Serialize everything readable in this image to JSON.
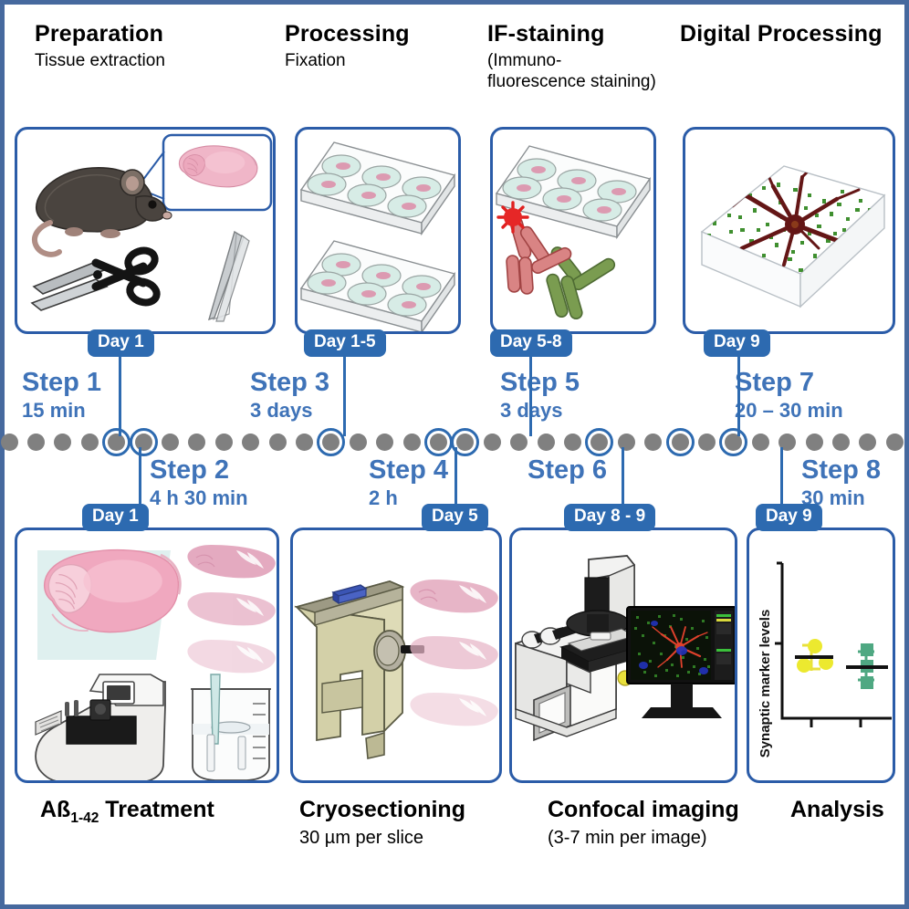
{
  "figure": {
    "title": "Experimental workflow timeline",
    "frame_color": "#46699e",
    "accent_color": "#2d6ab0",
    "step_text_color": "#3f73b8",
    "timeline_dot_color": "#808080"
  },
  "headers": [
    {
      "title": "Preparation",
      "subtitle": "Tissue extraction"
    },
    {
      "title": "Processing",
      "subtitle": "Fixation"
    },
    {
      "title": "IF-staining",
      "subtitle": "(Immuno-\nfluorescence staining)"
    },
    {
      "title": "Digital Processing",
      "subtitle": ""
    }
  ],
  "top_panels": [
    {
      "name": "tissue-extraction-illustration",
      "day": "Day 1"
    },
    {
      "name": "fixation-well-plates-illustration",
      "day": "Day 1-5"
    },
    {
      "name": "if-staining-antibody-illustration",
      "day": "Day 5-8"
    },
    {
      "name": "digital-3d-reconstruction-illustration",
      "day": "Day 9"
    }
  ],
  "bottom_panels": [
    {
      "name": "abeta-treatment-illustration",
      "day": "Day 1"
    },
    {
      "name": "cryosectioning-illustration",
      "day": "Day 5"
    },
    {
      "name": "confocal-imaging-illustration",
      "day": "Day 8 - 9"
    },
    {
      "name": "analysis-scatter-plot",
      "day": "Day 9"
    }
  ],
  "steps": [
    {
      "name": "Step 1",
      "duration": "15 min",
      "position": "above"
    },
    {
      "name": "Step 2",
      "duration": "4 h 30 min",
      "position": "below"
    },
    {
      "name": "Step 3",
      "duration": "3 days",
      "position": "above"
    },
    {
      "name": "Step 4",
      "duration": "2 h",
      "position": "below"
    },
    {
      "name": "Step 5",
      "duration": "3 days",
      "position": "above"
    },
    {
      "name": "Step 6",
      "duration": "",
      "position": "below"
    },
    {
      "name": "Step 7",
      "duration": "20 – 30 min",
      "position": "above"
    },
    {
      "name": "Step 8",
      "duration": "30 min",
      "position": "below"
    }
  ],
  "captions": [
    {
      "title_html": "Aß<sub>1-42</sub> Treatment",
      "subtitle": ""
    },
    {
      "title_html": "Cryosectioning",
      "subtitle": "30 µm per slice"
    },
    {
      "title_html": "Confocal imaging",
      "subtitle": "(3-7 min per image)"
    },
    {
      "title_html": "Analysis",
      "subtitle": ""
    }
  ],
  "chart_data": {
    "type": "scatter",
    "title": "",
    "ylabel": "Synaptic marker levels",
    "xlabel": "",
    "grid": false,
    "legend": "none",
    "ylim": [
      0,
      10
    ],
    "axis_ticks_y": [
      5.5
    ],
    "groups": [
      {
        "name": "group-1",
        "color": "#f0e632",
        "marker": "circle",
        "x": 1,
        "values": [
          6.0,
          5.1,
          5.2
        ],
        "mean": 5.45,
        "error": 0.55
      },
      {
        "name": "group-2",
        "color": "#4fa882",
        "marker": "square",
        "x": 2,
        "values": [
          5.6,
          4.9,
          4.2
        ],
        "mean": 4.9,
        "error": 0.5
      }
    ]
  },
  "timeline": {
    "dot_count": 34,
    "marked_dot_indices": [
      4,
      5,
      12,
      16,
      17,
      22,
      25,
      27
    ]
  }
}
